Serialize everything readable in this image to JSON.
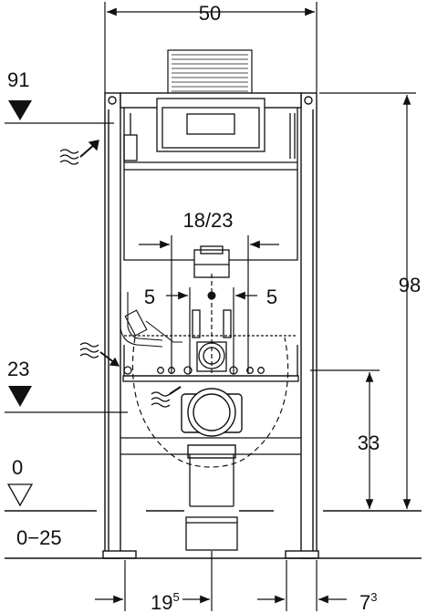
{
  "labels": {
    "top_width": "50",
    "level_91": "91",
    "level_23": "23",
    "level_0": "0",
    "floor_range": "0−25",
    "height_98": "98",
    "height_33": "33",
    "spacing_18_23": "18/23",
    "offset_left": "5",
    "offset_right": "5",
    "bottom_left_base": "19",
    "bottom_left_sup": "5",
    "bottom_right_base": "7",
    "bottom_right_sup": "3"
  },
  "icons": {
    "water_inlet": "water-inlet-wave-icon",
    "drain": "drain-wave-icon",
    "level_marker": "level-triangle-icon"
  }
}
